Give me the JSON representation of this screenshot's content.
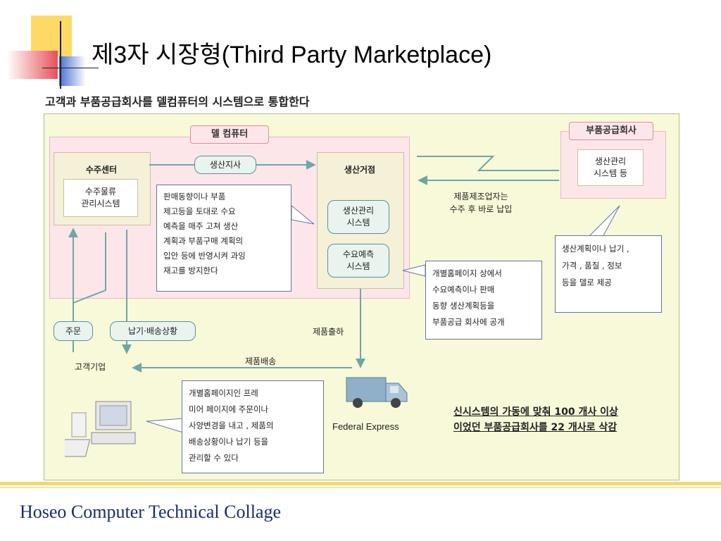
{
  "title": "제3자 시장형(Third Party Marketplace)",
  "subtitle": "고객과 부품공급회사를 델컴퓨터의 시스템으로 통합한다",
  "dell_label": "델 컴퓨터",
  "supplier_label": "부품공급회사",
  "supplier_system": "생산관리\n시스템 등",
  "order_center": {
    "label": "수주센터",
    "system": "수주물류\n관리시스템"
  },
  "production_base": {
    "label": "생산거점",
    "system1": "생산관리\n시스템",
    "system2": "수요예측\n시스템"
  },
  "production_instruction": "생산지사",
  "note_make_to_order": "제품제조업자는\n수주 후 바로 납입",
  "callout_sales": "판매동향이나 부품\n제고등을 토대로 수요\n예측을 매주 고쳐 생산\n계획과 부품구매 계획의\n입안 등에 반영시켜 과잉\n재고를 방지한다",
  "callout_supplier": "생산계획이나 납기 ,\n가격 , 품질 , 정보\n등을 델로 제공",
  "callout_homepage": "개별홈페이지 상에서\n수요예측이나 판매\n동향 생산계획등을\n부품공급 회사에 공개",
  "callout_customer": "개별홈페이지인 프레\n미어 페이지에 주문이나\n사양변경을 내고 , 제품의\n배송상황이나 납기 등을\n관리할 수 있다",
  "order_pill": "주문",
  "delivery_status_pill": "납기·배송상황",
  "customer_company": "고객기업",
  "product_shipping_out": "제품출하",
  "product_delivery": "제품배송",
  "fedex": "Federal Express",
  "bottom_note_line1": "신시스템의 가동에 맞춰 100 개사 이상",
  "bottom_note_line2": "이었던 부품공급회사를 22 개사로 삭감",
  "footer": "Hoseo Computer Technical Collage",
  "colors": {
    "accent_yellow": "#ffd966",
    "accent_red": "#e8505b",
    "accent_blue": "#4a6fd4",
    "arrow": "#6fa6a6",
    "footer_text": "#1a2c6e"
  }
}
